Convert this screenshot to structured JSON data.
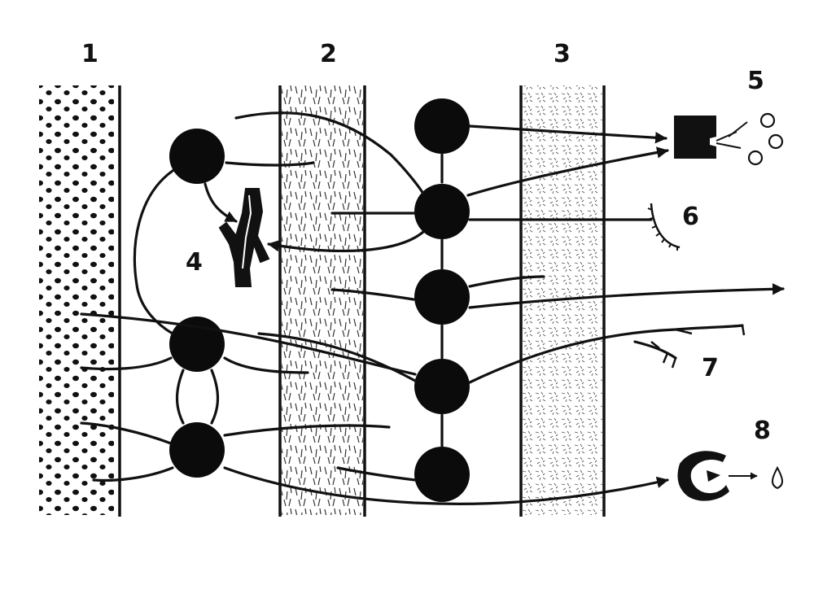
{
  "labels": {
    "l1": "1",
    "l2": "2",
    "l3": "3",
    "l4": "4",
    "l5": "5",
    "l6": "6",
    "l7": "7",
    "l8": "8"
  },
  "colors": {
    "ink": "#111111",
    "background": "#ffffff"
  }
}
